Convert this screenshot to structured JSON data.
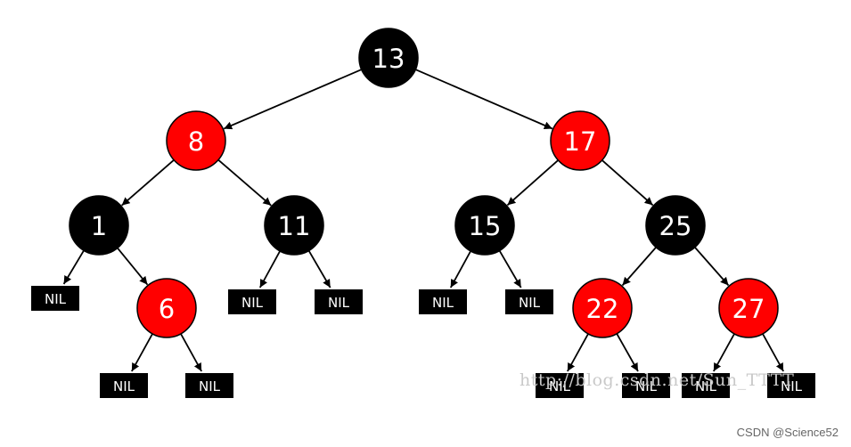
{
  "colors": {
    "black_node": "#000000",
    "red_node": "#ff0000",
    "label": "#ffffff"
  },
  "tree": {
    "nodes": [
      {
        "id": "n13",
        "label": "13",
        "color": "black"
      },
      {
        "id": "n8",
        "label": "8",
        "color": "red"
      },
      {
        "id": "n17",
        "label": "17",
        "color": "red"
      },
      {
        "id": "n1",
        "label": "1",
        "color": "black"
      },
      {
        "id": "n11",
        "label": "11",
        "color": "black"
      },
      {
        "id": "n15",
        "label": "15",
        "color": "black"
      },
      {
        "id": "n25",
        "label": "25",
        "color": "black"
      },
      {
        "id": "n6",
        "label": "6",
        "color": "red"
      },
      {
        "id": "n22",
        "label": "22",
        "color": "red"
      },
      {
        "id": "n27",
        "label": "27",
        "color": "red"
      }
    ],
    "nil_label": "NIL",
    "edges": [
      [
        "n13",
        "n8"
      ],
      [
        "n13",
        "n17"
      ],
      [
        "n8",
        "n1"
      ],
      [
        "n8",
        "n11"
      ],
      [
        "n17",
        "n15"
      ],
      [
        "n17",
        "n25"
      ],
      [
        "n1",
        "nil1"
      ],
      [
        "n1",
        "n6"
      ],
      [
        "n11",
        "nil2"
      ],
      [
        "n11",
        "nil3"
      ],
      [
        "n15",
        "nil4"
      ],
      [
        "n15",
        "nil5"
      ],
      [
        "n25",
        "n22"
      ],
      [
        "n25",
        "n27"
      ],
      [
        "n6",
        "nil6"
      ],
      [
        "n6",
        "nil7"
      ],
      [
        "n22",
        "nil8"
      ],
      [
        "n22",
        "nil9"
      ],
      [
        "n27",
        "nil10"
      ],
      [
        "n27",
        "nil11"
      ]
    ]
  },
  "watermark": "http://blog.csdn.net/Sun_TTTT",
  "credit": "CSDN @Science52"
}
